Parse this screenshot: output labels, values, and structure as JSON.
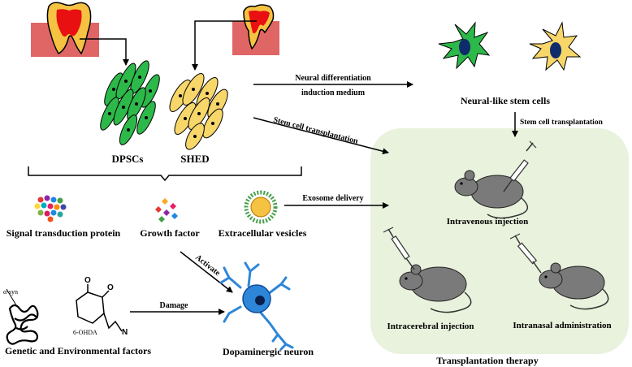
{
  "labels": {
    "dpscs": "DPSCs",
    "shed": "SHED",
    "neural_like": "Neural-like stem cells",
    "neural_diff_line1": "Neural differentiation",
    "neural_diff_line2": "induction medium",
    "stem_cell_transplant_diag": "Stem cell transplantation",
    "stem_cell_transplant_right": "Stem cell transplantation",
    "signal_protein": "Signal transduction protein",
    "growth_factor": "Growth factor",
    "extracellular_vesicles": "Extracellular vesicles",
    "exosome_delivery": "Exosome delivery",
    "activate": "Activate",
    "damage": "Damage",
    "genetic_env": "Genetic and Environmental factors",
    "dopaminergic": "Dopaminergic neuron",
    "alpha_syn": "α-syn",
    "ohda": "6-OHDA",
    "o_left": "O",
    "o_right": "O",
    "n_atom": "N",
    "intravenous": "Intravenous injection",
    "intracerebral": "Intracerebral injection",
    "intranasal": "Intranasal administration",
    "transplantation_therapy": "Transplantation therapy"
  },
  "colors": {
    "gum": "#e06666",
    "tooth_outer": "#f5c242",
    "tooth_pulp": "#e81010",
    "dpsc_green": "#2db84a",
    "shed_yellow": "#f7d66a",
    "neuron_blue": "#2e86d9",
    "therapy_bg": "#e8f2dc",
    "mouse_gray": "#7a7a7a"
  }
}
